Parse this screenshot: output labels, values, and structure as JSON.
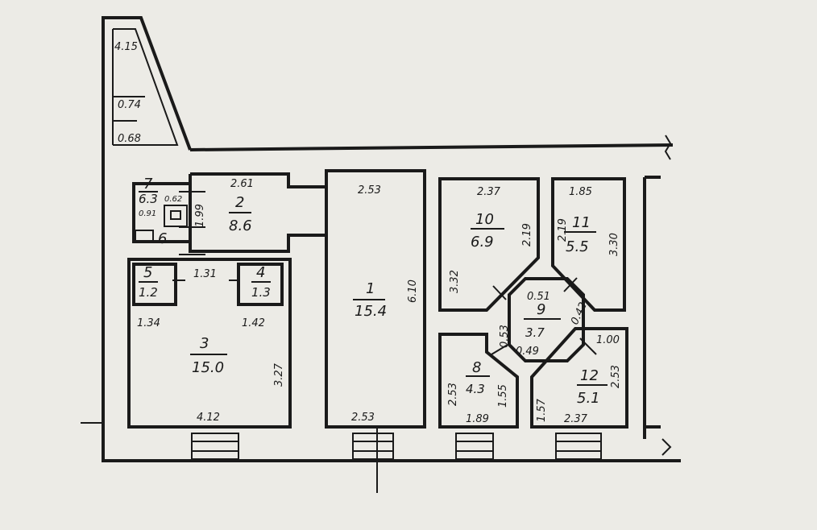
{
  "colors": {
    "paper": "#ecebe6",
    "ink": "#1a1a1a"
  },
  "rooms": [
    {
      "number": "1",
      "area": "15.4"
    },
    {
      "number": "2",
      "area": "8.6"
    },
    {
      "number": "3",
      "area": "15.0"
    },
    {
      "number": "4",
      "area": "1.3"
    },
    {
      "number": "5",
      "area": "1.2"
    },
    {
      "number": "6",
      "area": ""
    },
    {
      "number": "7",
      "area": "6.3"
    },
    {
      "number": "8",
      "area": "4.3"
    },
    {
      "number": "9",
      "area": "3.7"
    },
    {
      "number": "10",
      "area": "6.9"
    },
    {
      "number": "11",
      "area": "5.5"
    },
    {
      "number": "12",
      "area": "5.1"
    }
  ],
  "dimensions": {
    "corridor_a": "4.15",
    "corridor_b": "0.74",
    "corridor_c": "0.68",
    "r1_top": "2.53",
    "r1_bottom": "2.53",
    "r1_side": "6.10",
    "r2_top": "2.61",
    "r2_side": "1.99",
    "r3_bottom": "4.12",
    "r3_side": "3.27",
    "r3_left_top": "1.34",
    "r3_right_top": "1.42",
    "r3_mid": "1.31",
    "r7_a": "0.91",
    "r7_b": "0.62",
    "r8_side": "2.53",
    "r8_inner": "1.55",
    "r8_bottom": "1.89",
    "r9_top": "0.51",
    "r9_left": "0.53",
    "r9_right": "0.42",
    "r9_bottom": "0.49",
    "r10_top": "2.37",
    "r10_side": "3.32",
    "r10_inner": "2.19",
    "r11_top": "1.85",
    "r11_side": "3.30",
    "r11_inner": "2.19",
    "r12_top": "1.00",
    "r12_side": "2.53",
    "r12_left": "1.57",
    "r12_bottom": "2.37"
  }
}
